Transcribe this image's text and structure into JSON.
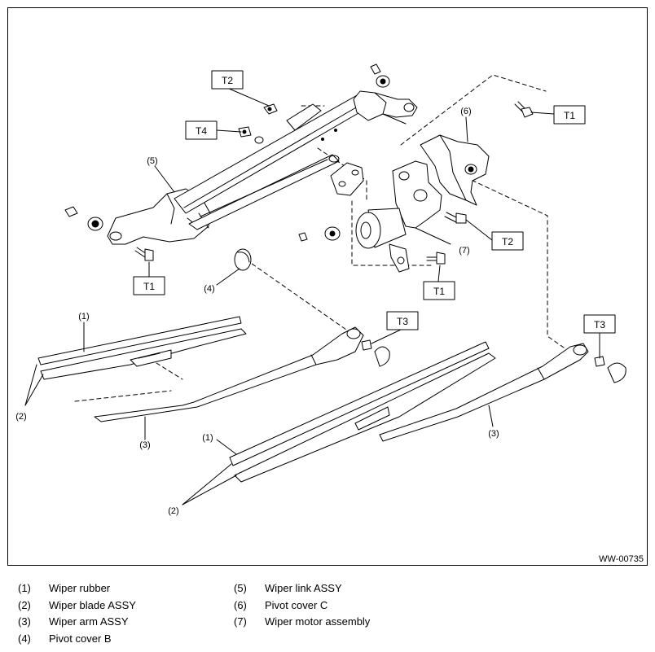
{
  "figure_id": "WW-00735",
  "callouts": {
    "c1a": "(1)",
    "c1b": "(1)",
    "c2a": "(2)",
    "c2b": "(2)",
    "c3a": "(3)",
    "c3b": "(3)",
    "c4": "(4)",
    "c5": "(5)",
    "c6": "(6)",
    "c7": "(7)"
  },
  "torque_labels": {
    "t2_top": "T2",
    "t4": "T4",
    "t1_top": "T1",
    "t2_right": "T2",
    "t1_left": "T1",
    "t1_mid": "T1",
    "t3_mid": "T3",
    "t3_right": "T3"
  },
  "legend": [
    {
      "num": "(1)",
      "label": "Wiper rubber"
    },
    {
      "num": "(2)",
      "label": "Wiper blade ASSY"
    },
    {
      "num": "(3)",
      "label": "Wiper arm ASSY"
    },
    {
      "num": "(4)",
      "label": "Pivot cover B"
    },
    {
      "num": "(5)",
      "label": "Wiper link ASSY"
    },
    {
      "num": "(6)",
      "label": "Pivot cover C"
    },
    {
      "num": "(7)",
      "label": "Wiper motor assembly"
    }
  ]
}
